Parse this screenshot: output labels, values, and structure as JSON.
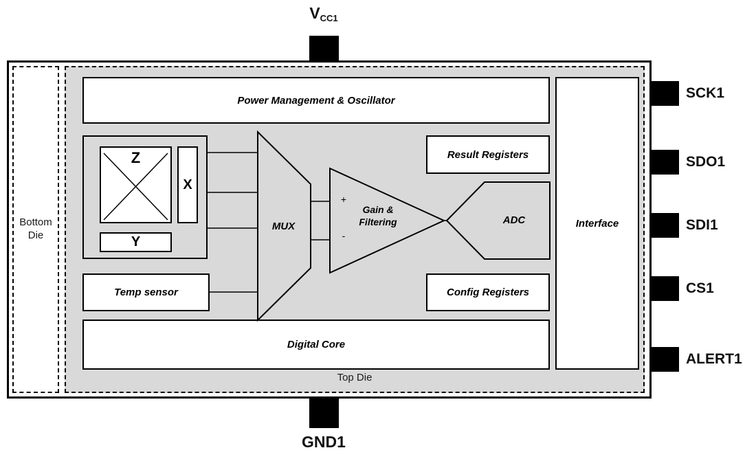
{
  "diagram": {
    "pins": {
      "top": {
        "main": "V",
        "sub": "CC1"
      },
      "bottom": {
        "label": "GND1"
      },
      "right": [
        {
          "label": "SCK1"
        },
        {
          "label": "SDO1"
        },
        {
          "label": "SDI1"
        },
        {
          "label": "CS1"
        },
        {
          "label": "ALERT1"
        }
      ]
    },
    "dies": {
      "bottom_line1": "Bottom",
      "bottom_line2": "Die",
      "top": "Top Die"
    },
    "blocks": {
      "power": "Power Management & Oscillator",
      "result_registers": "Result Registers",
      "config_registers": "Config Registers",
      "temp_sensor": "Temp sensor",
      "digital_core": "Digital Core",
      "interface": "Interface",
      "mux": "MUX",
      "gain_line1": "Gain &",
      "gain_line2": "Filtering",
      "plus": "+",
      "minus": "-",
      "adc": "ADC",
      "sensor_z": "Z",
      "sensor_x": "X",
      "sensor_y": "Y"
    },
    "colors": {
      "die_fill": "#d9d9d9",
      "pin_fill": "#000000",
      "box_fill": "#ffffff",
      "line": "#000000"
    }
  }
}
